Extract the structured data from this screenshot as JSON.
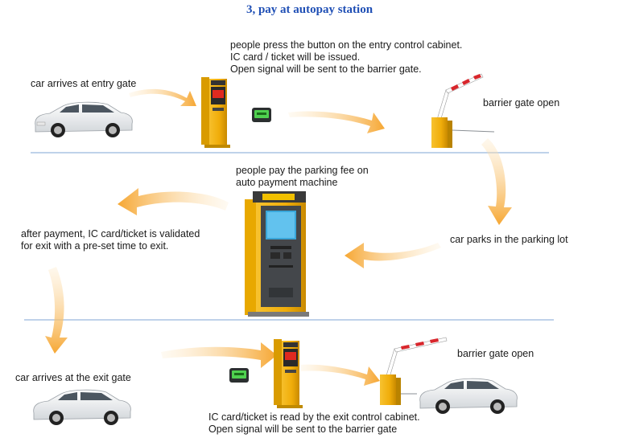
{
  "title": "3, pay at autopay station",
  "steps": {
    "car_arrives_entry": "car arrives at entry gate",
    "entry_cabinet": [
      "people press the button on the entry control cabinet.",
      "IC card / ticket will be issued.",
      "Open signal will be sent to the barrier gate."
    ],
    "barrier_open_1": "barrier gate open",
    "pay_fee": [
      "people pay the parking fee on",
      "auto payment machine"
    ],
    "car_parks": "car parks in the parking lot",
    "validated": [
      "after payment, IC card/ticket is validated",
      "for exit with a pre-set time to exit."
    ],
    "car_arrives_exit": "car arrives at the exit gate",
    "barrier_open_2": "barrier gate open",
    "exit_cabinet": [
      "IC card/ticket is read by the exit control cabinet.",
      "Open signal will be sent to the barrier gate"
    ]
  },
  "colors": {
    "title": "#1f4fb5",
    "arrow": "#f6b04a",
    "divider": "#aac4e4",
    "cabinet_yellow": "#f2b20d",
    "barrier_red": "#d8262c"
  },
  "icons": [
    "car-icon",
    "entry-cabinet-icon",
    "ic-card-reader-icon",
    "barrier-gate-icon",
    "payment-machine-icon",
    "exit-cabinet-icon"
  ]
}
